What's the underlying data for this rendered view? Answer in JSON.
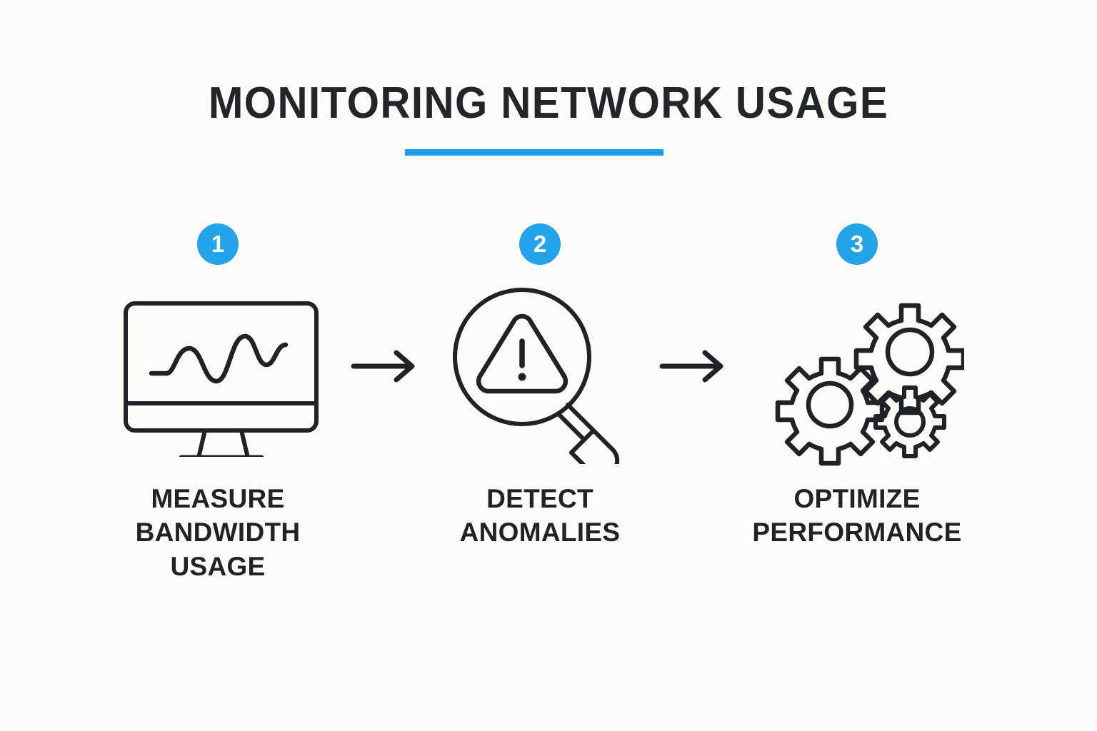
{
  "page": {
    "background_color": "#fdfcfa",
    "accent_color": "#1c9ce8",
    "ink_color": "#1f2326"
  },
  "header": {
    "title": "MONITORING NETWORK USAGE",
    "underline_color": "#1c9ce8"
  },
  "steps": [
    {
      "number": "1",
      "icon": "monitor-waveform-icon",
      "label": "MEASURE\nBANDWIDTH\nUSAGE"
    },
    {
      "number": "2",
      "icon": "magnifier-warning-icon",
      "label": "DETECT\nANOMALIES"
    },
    {
      "number": "3",
      "icon": "gears-icon",
      "label": "OPTIMIZE\nPERFORMANCE"
    }
  ],
  "connectors": [
    {
      "name": "arrow-right-icon",
      "from": "1",
      "to": "2"
    },
    {
      "name": "arrow-right-icon",
      "from": "2",
      "to": "3"
    }
  ]
}
